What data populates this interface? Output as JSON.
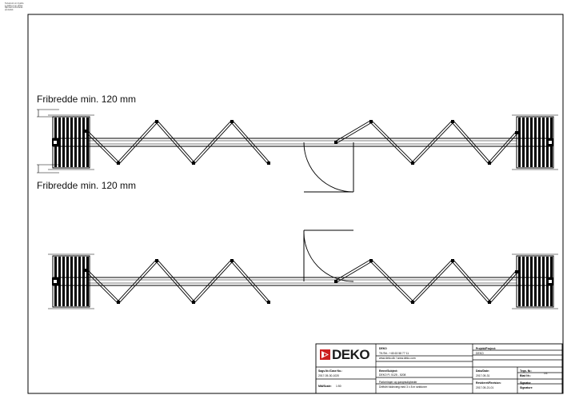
{
  "side_note": "Forbehold om trykkfejl. Dette er en skitse. Mål skal kontrolleres på stedet.",
  "dimensions": {
    "top_label": "Fribredde min. 120 mm",
    "bottom_label": "Fribredde min. 120 mm"
  },
  "title_block": {
    "company": {
      "logo_text": "DEKO",
      "name": "DEKO",
      "phone": "Tlf./Tel.: +45 63 58 77 11",
      "web": "www.deko.dk / www.deko.com"
    },
    "project": {
      "label": "Projekt/Project:",
      "value": "DEKO"
    },
    "case": {
      "label": "Sags.Nr./Case No.:",
      "value": "2017-05-30-1020"
    },
    "subject": {
      "label": "Emne/Subject:",
      "line1": "DEKO Fl. 5125 - 5208",
      "line2": "Parkeringer og gangmuligheder",
      "line3": "Driftsfri foldevæg med 3 x 8 m sektioner"
    },
    "date": {
      "label": "Dato/Date:",
      "value": "2017-05-31"
    },
    "drawing_no": {
      "label": "Tegn. Nr.:",
      "value": ""
    },
    "sheet": {
      "label": "Blad Nr.:",
      "value": "1/1"
    },
    "scale": {
      "label": "Mål/Scale:",
      "value": "1:50"
    },
    "revision": {
      "label": "Revideret/Revision:",
      "value": "2017-05-21-01"
    },
    "signature": {
      "label": "Signatur",
      "value": "Signature"
    }
  },
  "colors": {
    "line": "#000000",
    "logo_red": "#cc1f1f",
    "paper": "#ffffff"
  }
}
